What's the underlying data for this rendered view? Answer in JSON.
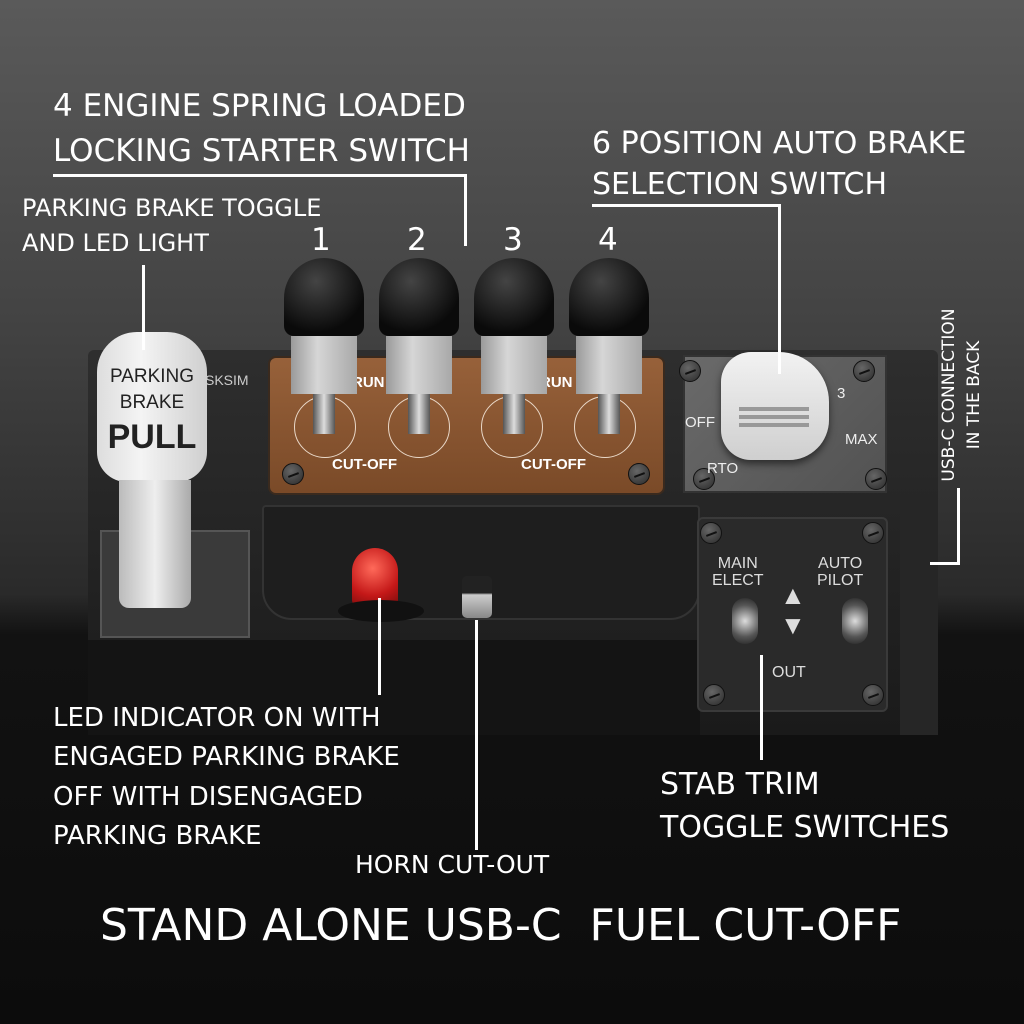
{
  "labels": {
    "starter_line1": "4 ENGINE SPRING LOADED",
    "starter_line2": "LOCKING STARTER SWITCH",
    "autobrake_line1": "6 POSITION AUTO BRAKE",
    "autobrake_line2": "SELECTION SWITCH",
    "parking_line1": "PARKING BRAKE TOGGLE",
    "parking_line2": "AND LED LIGHT",
    "usb_line1": "USB-C CONNECTION",
    "usb_line2": "IN THE BACK",
    "led_line1": "LED INDICATOR ON WITH",
    "led_line2": "ENGAGED PARKING BRAKE",
    "led_line3": "OFF WITH DISENGAGED",
    "led_line4": "PARKING BRAKE",
    "horn": "HORN CUT-OUT",
    "stab_line1": "STAB TRIM",
    "stab_line2": "TOGGLE SWITCHES",
    "title": "STAND ALONE USB-C  FUEL CUT-OFF"
  },
  "engine_numbers": [
    "1",
    "2",
    "3",
    "4"
  ],
  "device": {
    "brand": "SKSIM",
    "run": "RUN",
    "cutoff": "CUT-OFF",
    "parking_tag": {
      "l1": "PARKING",
      "l2": "BRAKE",
      "l3": "PULL"
    },
    "autobrake": {
      "off": "OFF",
      "rto": "RTO",
      "three": "3",
      "max": "MAX"
    },
    "stab": {
      "main": "MAIN",
      "elect": "ELECT",
      "auto": "AUTO",
      "pilot": "PILOT",
      "out": "OUT"
    }
  },
  "colors": {
    "panel": "#8a5530",
    "led": "#d42020"
  }
}
